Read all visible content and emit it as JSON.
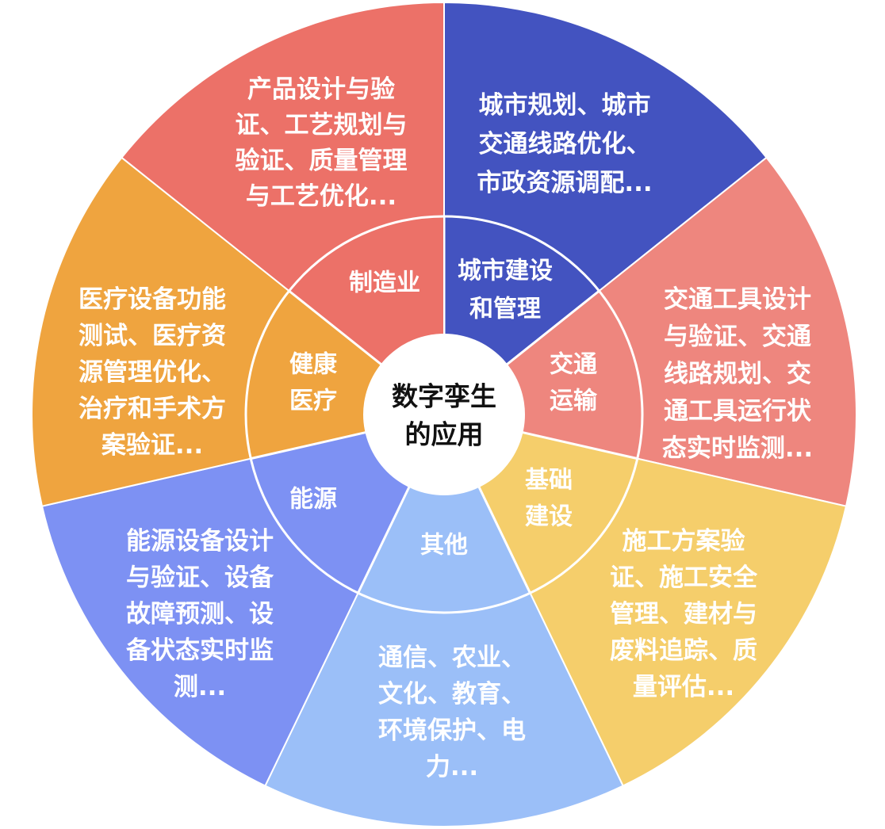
{
  "center": {
    "lines": [
      "数字孪生",
      "的应用"
    ],
    "color": "#ffffff"
  },
  "sectors": [
    {
      "key": "city",
      "color": "#4353C0",
      "inner": [
        "城市建设",
        "和管理"
      ],
      "outer": [
        "城市规划、城市",
        "交通线路优化、",
        "市政资源调配..."
      ]
    },
    {
      "key": "transport",
      "color": "#EE867E",
      "inner": [
        "交通",
        "运输"
      ],
      "outer": [
        "交通工具设计",
        "与验证、交通",
        "线路规划、交",
        "通工具运行状",
        "态实时监测..."
      ]
    },
    {
      "key": "infrastructure",
      "color": "#F5CE6B",
      "inner": [
        "基础",
        "建设"
      ],
      "outer": [
        "施工方案验",
        "证、施工安全",
        "管理、建材与",
        "废料追踪、质",
        "量评估..."
      ]
    },
    {
      "key": "other",
      "color": "#9BBFF8",
      "inner": [
        "其他"
      ],
      "outer": [
        "通信、农业、",
        "文化、教育、",
        "环境保护、电",
        "力..."
      ]
    },
    {
      "key": "energy",
      "color": "#7D91F3",
      "inner": [
        "能源"
      ],
      "outer": [
        "能源设备设计",
        "与验证、设备",
        "故障预测、设",
        "备状态实时监",
        "测..."
      ]
    },
    {
      "key": "health",
      "color": "#EFA43F",
      "inner": [
        "健康",
        "医疗"
      ],
      "outer": [
        "医疗设备功能",
        "测试、医疗资",
        "源管理优化、",
        "治疗和手术方",
        "案验证..."
      ]
    },
    {
      "key": "manufacturing",
      "color": "#EC7168",
      "inner": [
        "制造业"
      ],
      "outer": [
        "产品设计与验",
        "证、工艺规划与",
        "验证、质量管理",
        "与工艺优化..."
      ]
    }
  ]
}
